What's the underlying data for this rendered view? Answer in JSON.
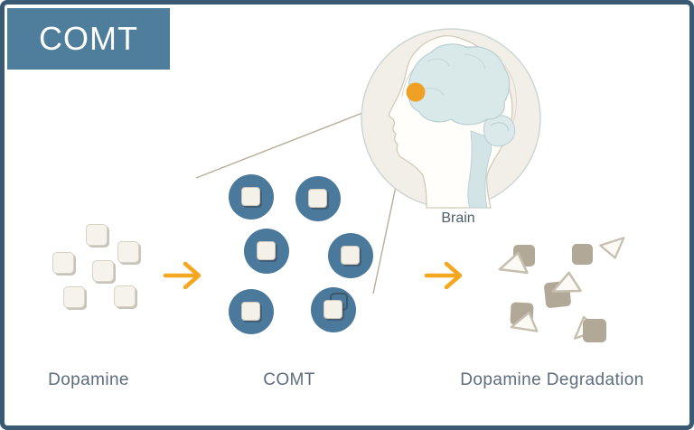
{
  "header": {
    "title": "COMT"
  },
  "brain": {
    "label": "Brain"
  },
  "stages": {
    "dopamine": {
      "label": "Dopamine",
      "molecule_count": 6
    },
    "comt": {
      "label": "COMT",
      "enzyme_count": 6
    },
    "degradation": {
      "label": "Dopamine Degradation",
      "fragment_count": 6
    }
  },
  "colors": {
    "frame_border": "#395a72",
    "header_bg": "#4f7d9c",
    "enzyme_blue": "#4a799c",
    "arrow_orange": "#f5a71f",
    "dot_orange": "#efa126",
    "molecule_cream": "#f6f3ec",
    "fragment_taupe": "#b1a897",
    "label_text": "#5d6d7d",
    "brain_fill": "#d9e8e9",
    "line_tan": "#b9ac99",
    "canvas_bg": "#ffffff"
  }
}
